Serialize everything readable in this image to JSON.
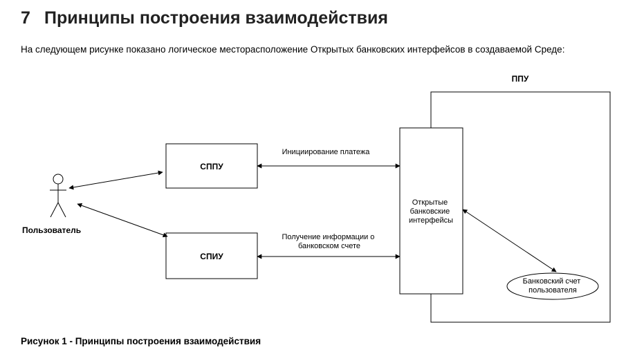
{
  "section": {
    "number": "7",
    "title": "Принципы построения взаимодействия"
  },
  "intro": "На следующем рисунке показано логическое месторасположение Открытых банковских интерфейсов в создаваемой Среде:",
  "diagram": {
    "ppu_label": "ППУ",
    "user_label": "Пользователь",
    "sppu_label": "СППУ",
    "spiu_label": "СПИУ",
    "api_lines": [
      "Открытые",
      "банковские",
      "интерфейсы"
    ],
    "payment_label": "Инициирование платежа",
    "info_lines": [
      "Получение информации о",
      "банковском счете"
    ],
    "account_lines": [
      "Банковский счет",
      "пользователя"
    ]
  },
  "caption": "Рисунок 1 - Принципы построения взаимодействия"
}
